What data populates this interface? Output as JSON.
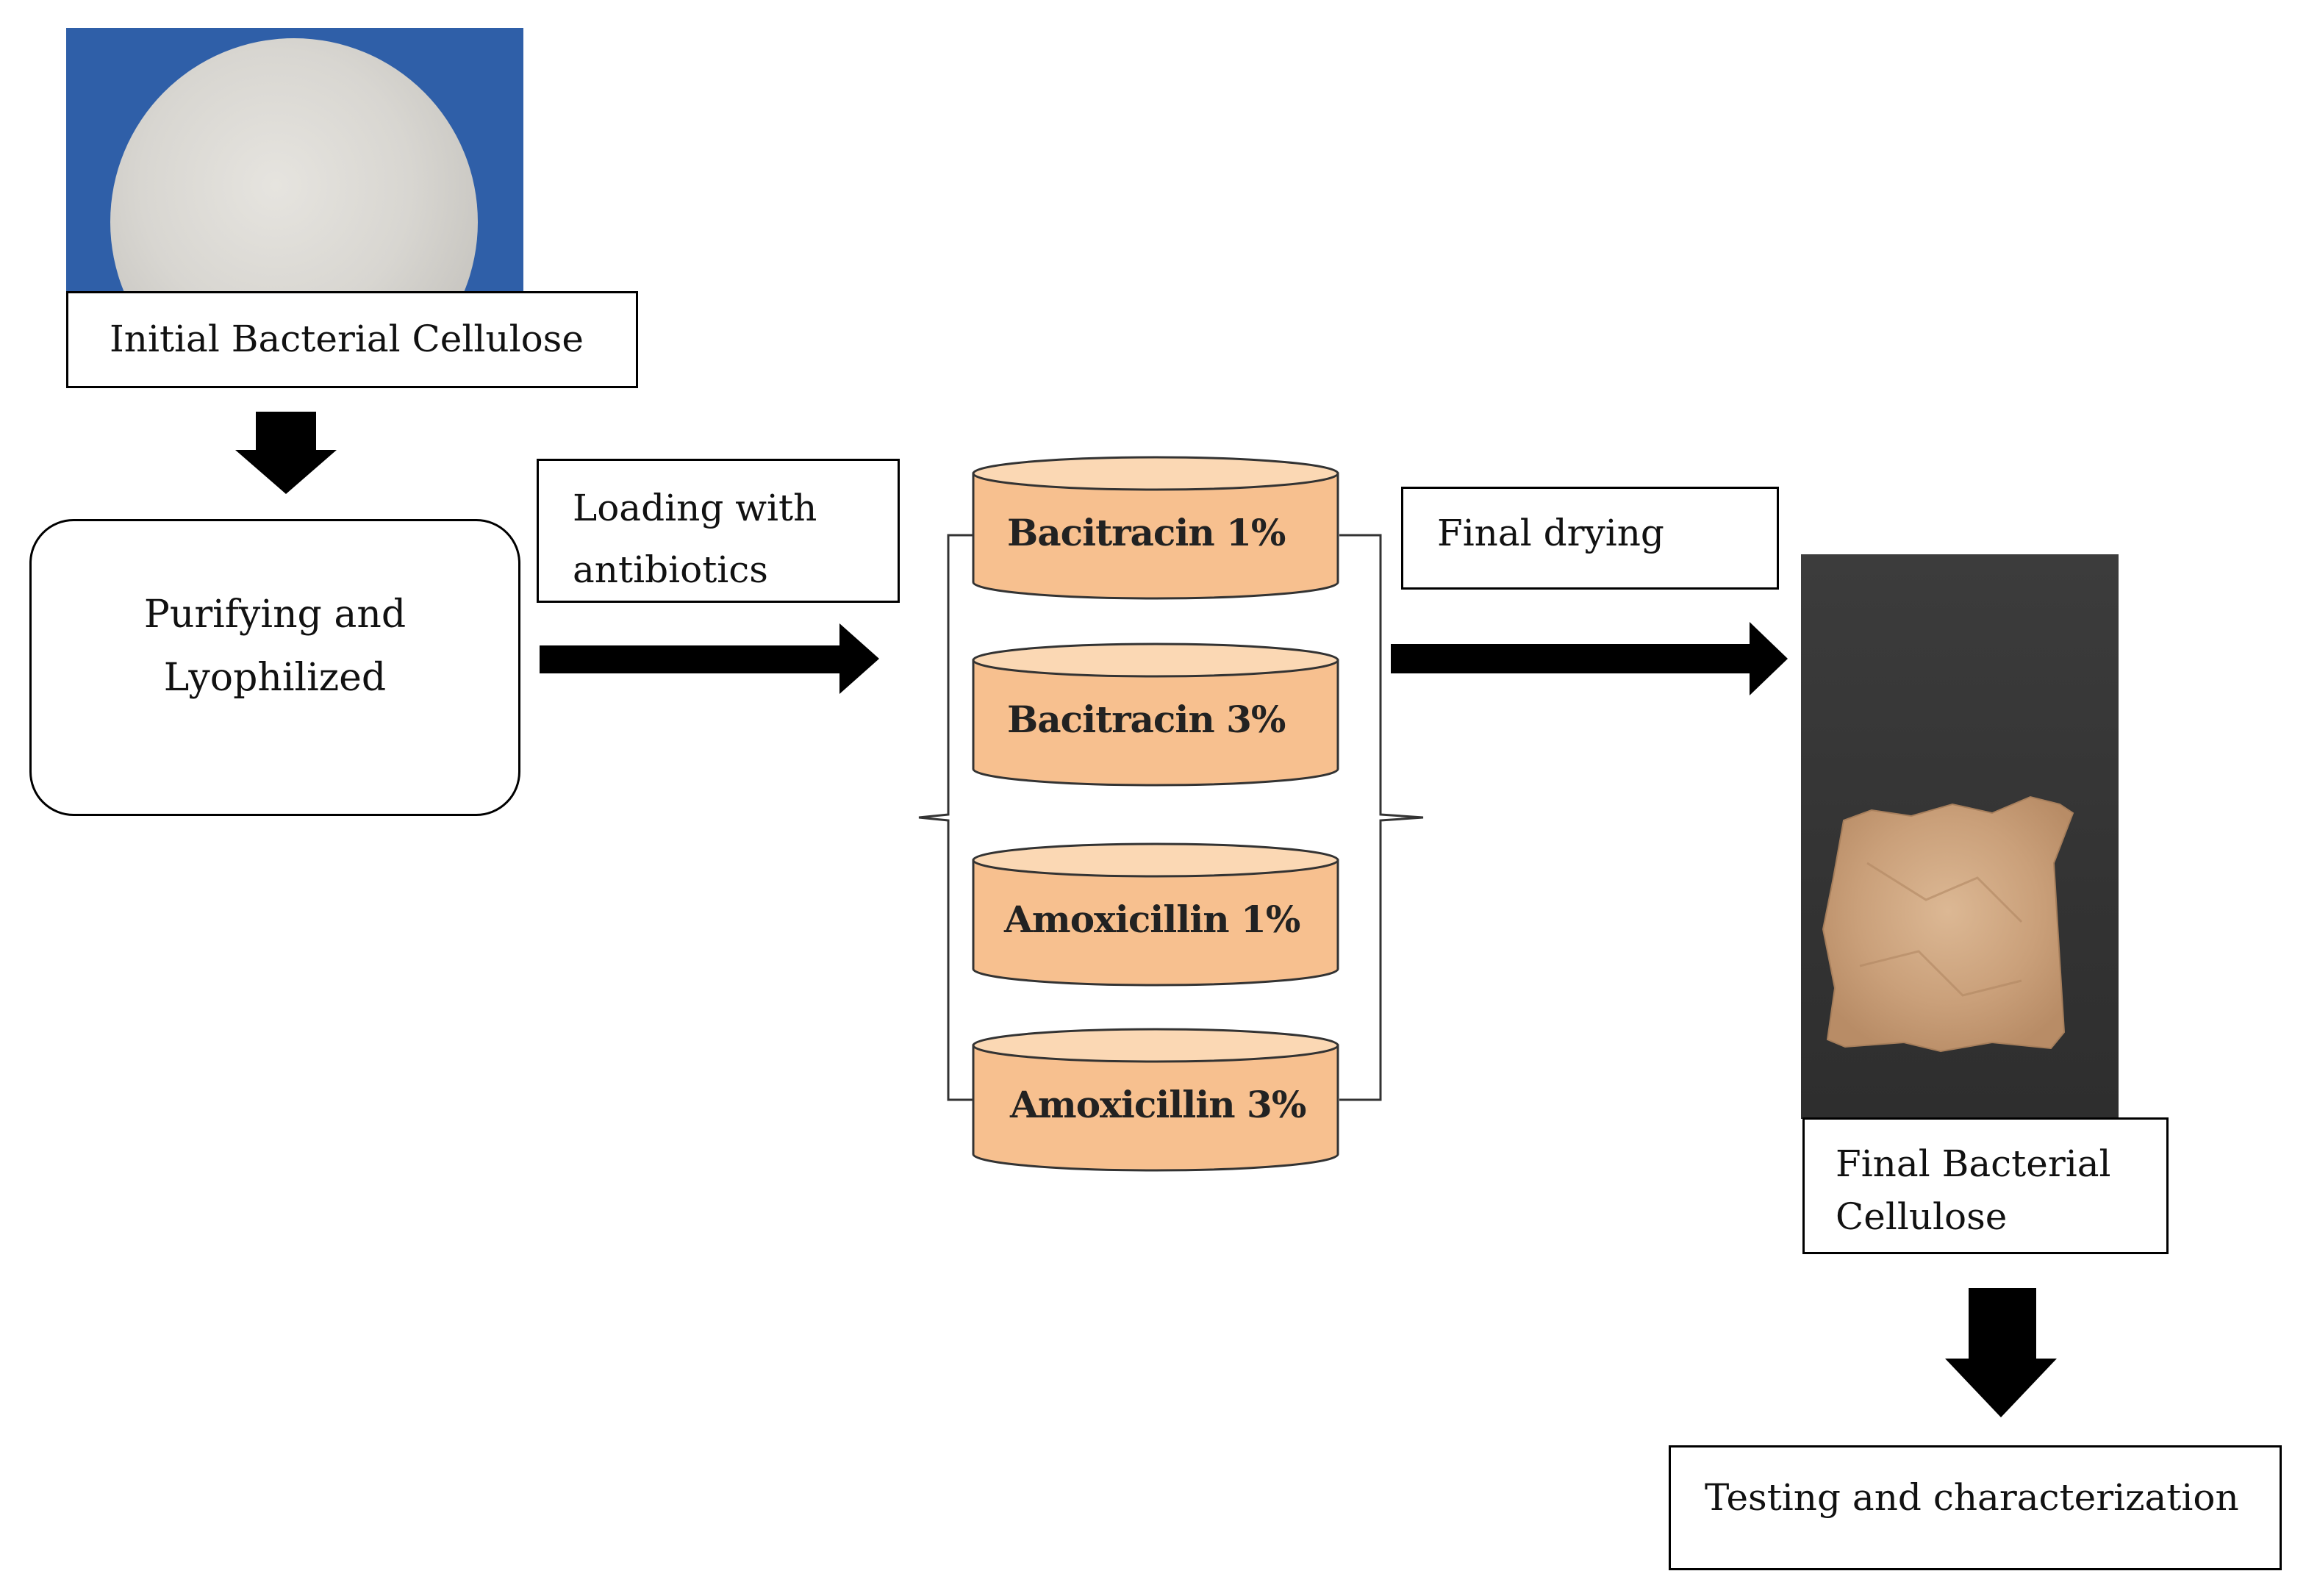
{
  "steps": {
    "initial": "Initial Bacterial Cellulose",
    "purify_line1": "Purifying and",
    "purify_line2": "Lyophilized",
    "loading_line1": "Loading with",
    "loading_line2": "antibiotics",
    "drying": "Final drying",
    "final_line1": "Final Bacterial",
    "final_line2": "Cellulose",
    "testing": "Testing and characterization"
  },
  "samples": [
    {
      "label": "Bacitracin 1%"
    },
    {
      "label": "Bacitracin 3%"
    },
    {
      "label": "Amoxicillin 1%"
    },
    {
      "label": "Amoxicillin 3%"
    }
  ],
  "colors": {
    "cylinder_fill": "#f7c08f",
    "cylinder_top": "#fbd8b4",
    "arrow": "#000000",
    "initial_photo_bg": "#2f5fa8",
    "final_photo_bg": "#353535"
  },
  "icons": {
    "initial_photo": "bacterial-cellulose-disc-photo",
    "final_photo": "dried-cellulose-sheet-photo"
  }
}
